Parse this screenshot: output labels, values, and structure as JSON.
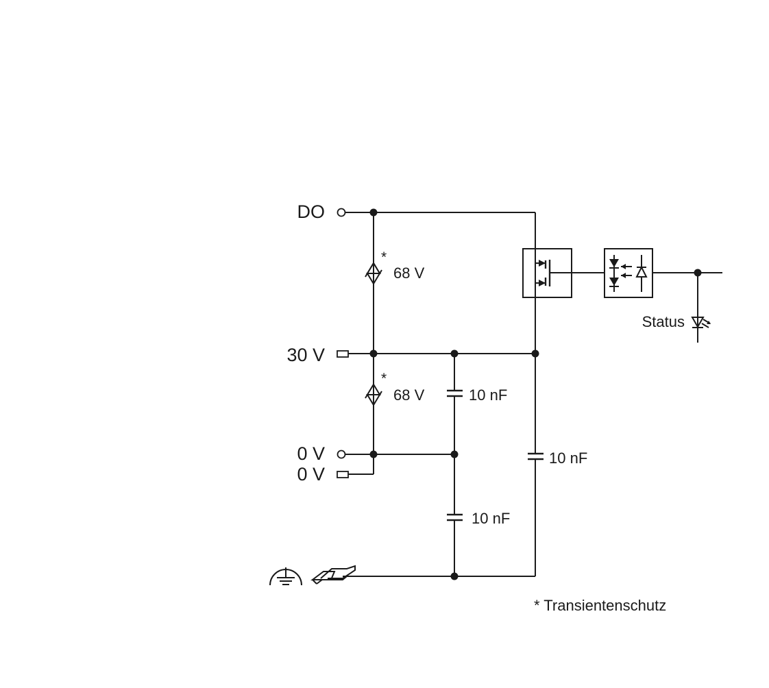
{
  "terminals": {
    "do": "DO",
    "v30": "30 V",
    "v0a": "0 V",
    "v0b": "0 V"
  },
  "components": {
    "tvs_top_value": "68 V",
    "tvs_top_marker": "*",
    "tvs_bottom_value": "68 V",
    "tvs_bottom_marker": "*",
    "cap_a_value": "10 nF",
    "cap_b_value": "10 nF",
    "cap_c_value": "10 nF"
  },
  "status": {
    "label": "Status"
  },
  "footnote": {
    "text": "* Transientenschutz"
  }
}
